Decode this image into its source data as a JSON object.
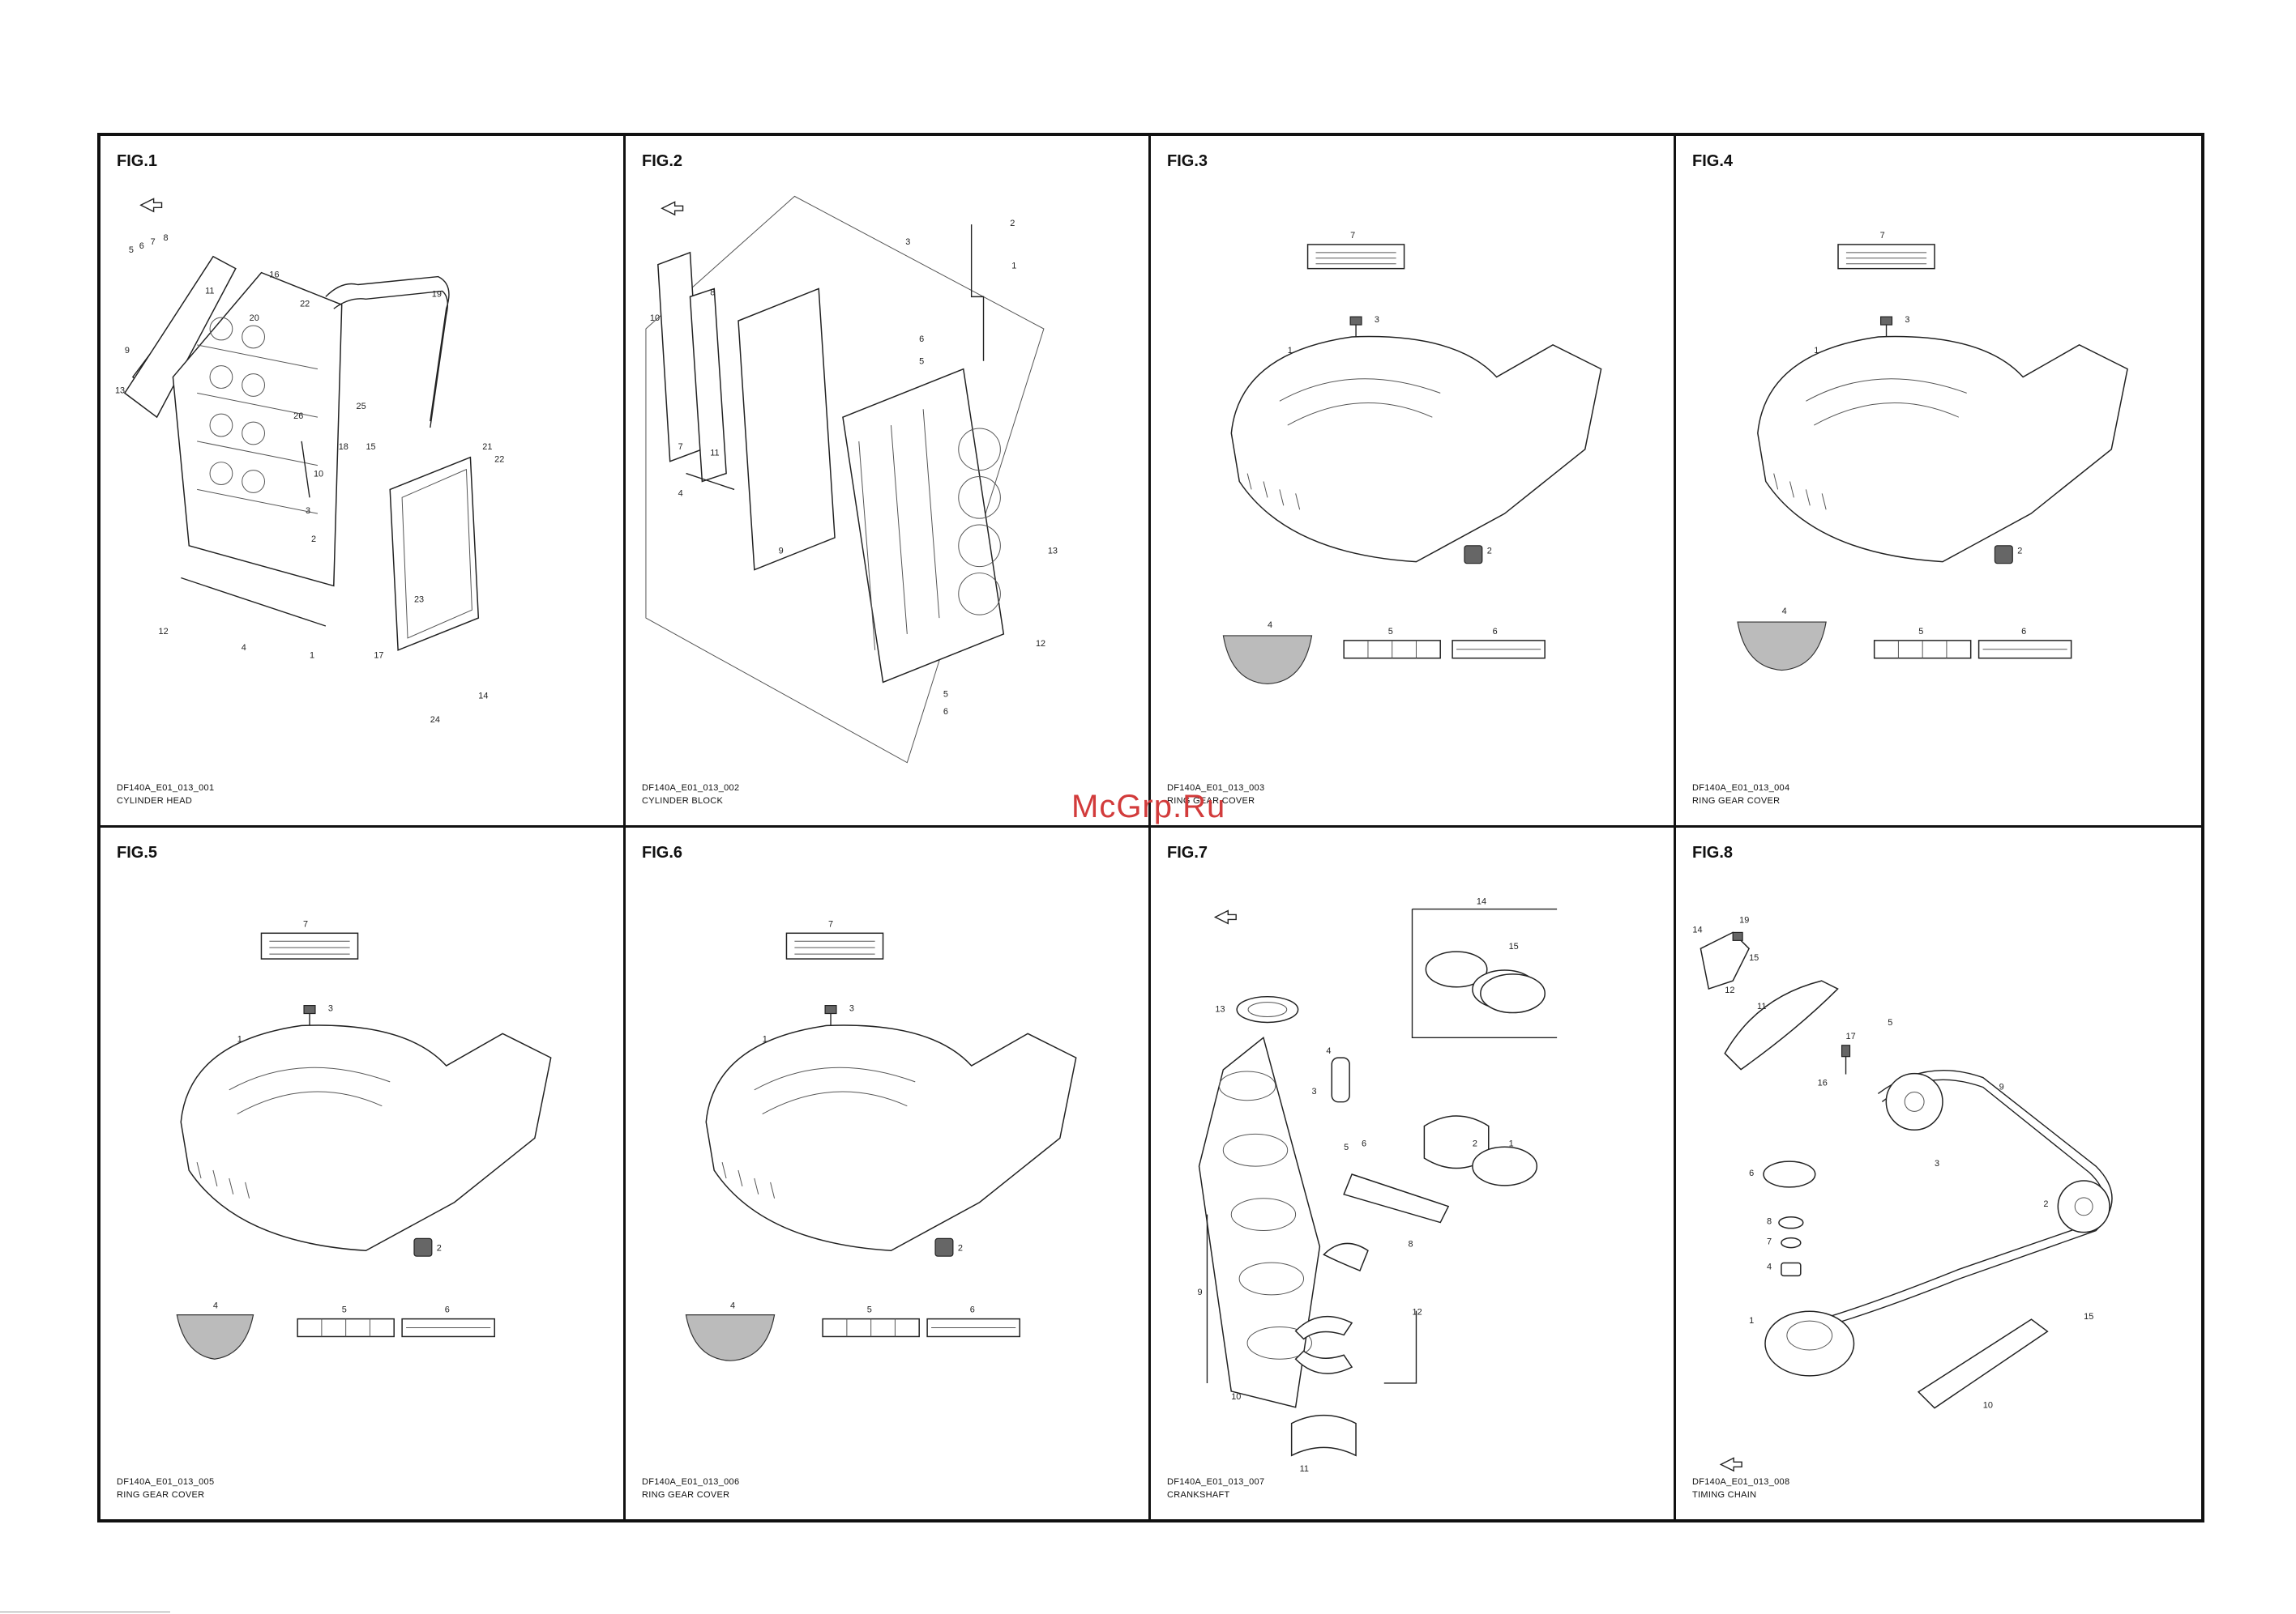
{
  "watermark": "McGrp.Ru",
  "figures": [
    {
      "title": "FIG.1",
      "code": "DF140A_E01_013_001",
      "name": "CYLINDER HEAD",
      "callouts": [
        "5",
        "6",
        "7",
        "8",
        "9",
        "11",
        "16",
        "20",
        "22",
        "19",
        "13",
        "26",
        "25",
        "18",
        "15",
        "10",
        "3",
        "2",
        "21",
        "22",
        "23",
        "4",
        "17",
        "12",
        "1",
        "24",
        "14"
      ]
    },
    {
      "title": "FIG.2",
      "code": "DF140A_E01_013_002",
      "name": "CYLINDER BLOCK",
      "callouts": [
        "3",
        "2",
        "1",
        "10",
        "8",
        "6",
        "5",
        "7",
        "11",
        "4",
        "9",
        "13",
        "12",
        "5",
        "6"
      ]
    },
    {
      "title": "FIG.3",
      "code": "DF140A_E01_013_003",
      "name": "RING GEAR COVER",
      "callouts": [
        "7",
        "3",
        "1",
        "2",
        "4",
        "5",
        "6"
      ]
    },
    {
      "title": "FIG.4",
      "code": "DF140A_E01_013_004",
      "name": "RING GEAR COVER",
      "callouts": [
        "7",
        "3",
        "1",
        "2",
        "4",
        "5",
        "6"
      ]
    },
    {
      "title": "FIG.5",
      "code": "DF140A_E01_013_005",
      "name": "RING GEAR COVER",
      "callouts": [
        "7",
        "3",
        "1",
        "2",
        "4",
        "5",
        "6"
      ]
    },
    {
      "title": "FIG.6",
      "code": "DF140A_E01_013_006",
      "name": "RING GEAR COVER",
      "callouts": [
        "7",
        "3",
        "1",
        "2",
        "4",
        "5",
        "6"
      ]
    },
    {
      "title": "FIG.7",
      "code": "DF140A_E01_013_007",
      "name": "CRANKSHAFT",
      "callouts": [
        "14",
        "15",
        "13",
        "4",
        "3",
        "1",
        "2",
        "6",
        "5",
        "9",
        "8",
        "12",
        "10",
        "11"
      ]
    },
    {
      "title": "FIG.8",
      "code": "DF140A_E01_013_008",
      "name": "TIMING CHAIN",
      "callouts": [
        "14",
        "19",
        "15",
        "12",
        "11",
        "5",
        "17",
        "16",
        "9",
        "6",
        "3",
        "8",
        "7",
        "4",
        "2",
        "1",
        "15",
        "10"
      ]
    }
  ]
}
